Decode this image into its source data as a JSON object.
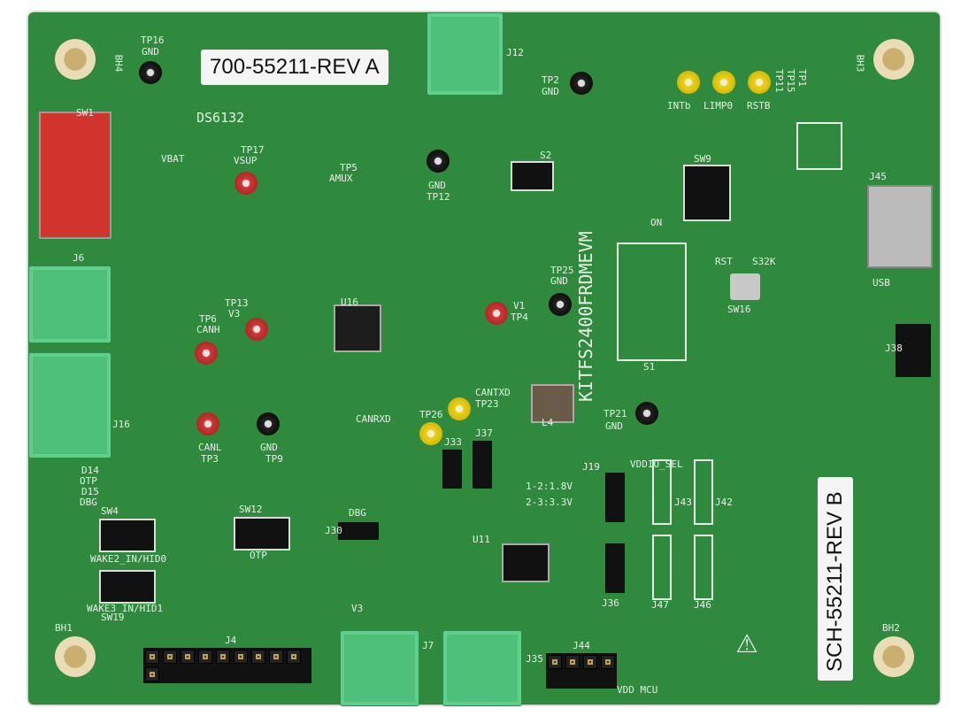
{
  "board_labels": {
    "top_label": "700-55211-REV A",
    "side_label": "SCH-55211-REV B",
    "part": "DS6132",
    "evm_name": "KITFS2400FRDMEVM"
  },
  "test_points": [
    {
      "name": "TP16",
      "label": "GND",
      "color": "black"
    },
    {
      "name": "TP17",
      "label": "VSUP",
      "color": "red"
    },
    {
      "name": "TP5",
      "label": "AMUX",
      "color": "yellow"
    },
    {
      "name": "TP12",
      "label": "GND",
      "color": "black"
    },
    {
      "name": "TP2",
      "label": "GND",
      "color": "black"
    },
    {
      "name": "TP13",
      "label": "V3",
      "color": "red"
    },
    {
      "name": "TP6",
      "label": "CANH",
      "color": "red"
    },
    {
      "name": "TP3",
      "label": "CANL",
      "color": "red"
    },
    {
      "name": "TP9",
      "label": "GND",
      "color": "black"
    },
    {
      "name": "TP4",
      "label": "V1",
      "color": "red"
    },
    {
      "name": "TP25",
      "label": "GND",
      "color": "black"
    },
    {
      "name": "TP26",
      "label": "CANRXD",
      "color": "yellow"
    },
    {
      "name": "TP23",
      "label": "CANTXD",
      "color": "yellow"
    },
    {
      "name": "TP21",
      "label": "GND",
      "color": "black"
    },
    {
      "name": "TP11",
      "label": "INTb",
      "color": "yellow"
    },
    {
      "name": "TP15",
      "label": "LIMP0",
      "color": "yellow"
    },
    {
      "name": "TP1",
      "label": "RSTB",
      "color": "yellow"
    }
  ],
  "switches": {
    "sw1": "SW1",
    "sw4": "SW4",
    "sw4_label": "WAKE2_IN/HID0",
    "sw19": "SW19",
    "sw19_label": "WAKE3_IN/HID1",
    "sw12": "SW12",
    "sw12_label": "OTP",
    "sw9": "SW9",
    "s2": "S2",
    "sw16": "SW16",
    "rst": "RST",
    "s32k": "S32K",
    "on": "ON"
  },
  "connectors": {
    "j12": "J12",
    "j6": "J6",
    "j16": "J16",
    "j4": "J4",
    "j7": "J7",
    "j35": "J35",
    "j44": "J44",
    "j45": "J45",
    "usb": "USB",
    "j38": "J38",
    "j33": "J33",
    "j37": "J37",
    "j19": "J19",
    "j36": "J36",
    "j30": "J30",
    "j43": "J43",
    "j42": "J42",
    "j47": "J47",
    "j46": "J46"
  },
  "silk_notes": {
    "vdd_sel": "VDDIO_SEL",
    "opt1": "1-2:1.8V",
    "opt2": "2-3:3.3V",
    "vbat": "VBAT",
    "otp": "OTP",
    "dbg": "DBG",
    "dbg2": "DBG",
    "d21": "VDD MCU",
    "v3": "V3",
    "d14": "D14",
    "d15": "D15",
    "s1": "S1",
    "u11": "U11",
    "u16": "U16",
    "l4": "L4"
  },
  "holes": {
    "bh1": "BH1",
    "bh2": "BH2",
    "bh3": "BH3",
    "bh4": "BH4"
  },
  "colors": {
    "pcb": "#2f8a3e",
    "terminal": "#4ec07a",
    "silkscreen": "#e6efe6"
  }
}
